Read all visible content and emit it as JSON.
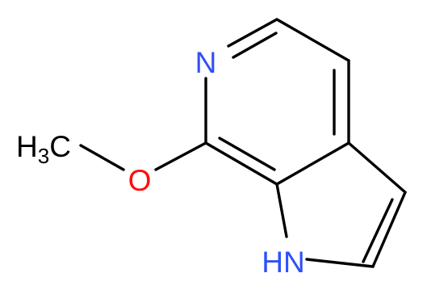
{
  "molecule": {
    "atoms": {
      "n_pyridine": {
        "symbol": "N",
        "color": "#3050F8"
      },
      "oxygen": {
        "symbol": "O",
        "color": "#FF0D0D"
      },
      "methyl": {
        "prefix": "H",
        "subscript": "3",
        "suffix": "C",
        "color": "#000000"
      },
      "n_pyrrole": {
        "symbol": "HN",
        "color": "#3050F8"
      }
    },
    "bond_color": "#000000"
  }
}
